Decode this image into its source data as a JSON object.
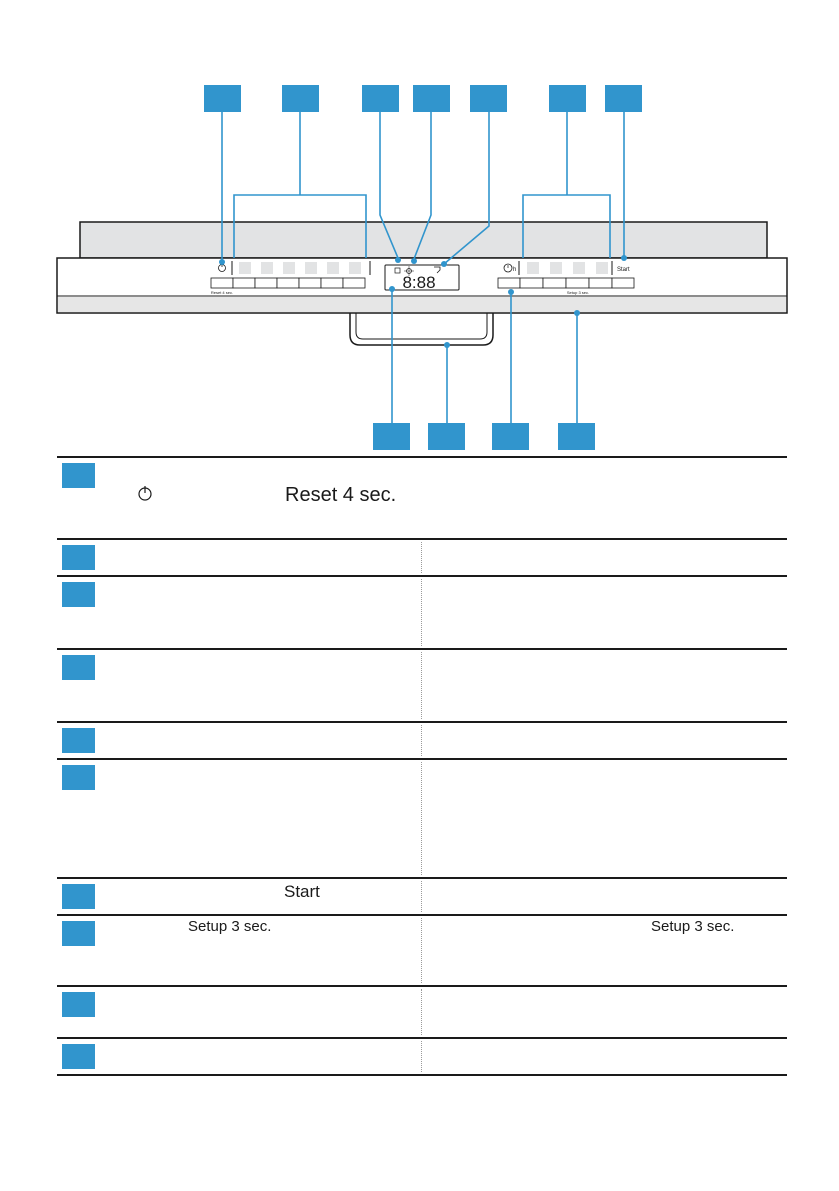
{
  "panel": {
    "reset_label": "Reset 4 sec.",
    "display_text": "8:88",
    "timer_label": "h",
    "setup_label": "Setup 3 sec.",
    "start_label": "Start"
  },
  "table": {
    "row1": {
      "power_icon": "power-icon",
      "reset_text": "Reset 4 sec."
    },
    "row7": {
      "start_text": "Start"
    },
    "row8": {
      "setup_text_left": "Setup 3 sec.",
      "setup_text_right": "Setup 3 sec."
    }
  },
  "colors": {
    "badge": "#3195cd",
    "panel": "#e2e3e4",
    "line": "#1a1a1a"
  }
}
